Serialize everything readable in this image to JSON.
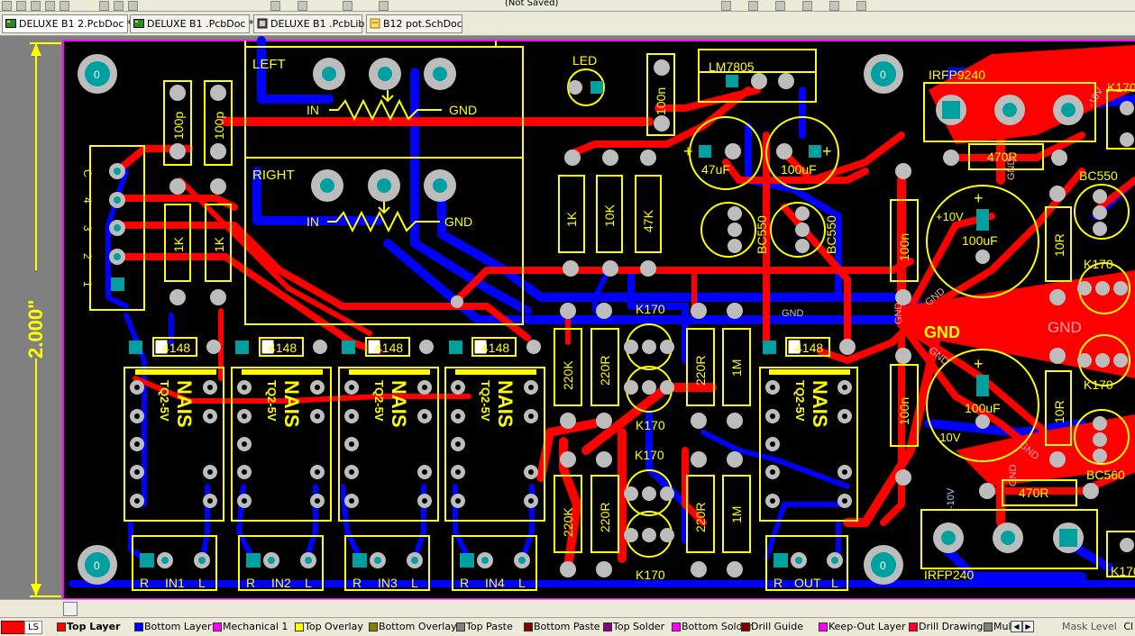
{
  "toolbar": {
    "status_text": "(Not Saved)"
  },
  "tabs": [
    {
      "label": "DELUXE B1 2.PcbDoc *",
      "active": true
    },
    {
      "label": "DELUXE B1 .PcbDoc *",
      "active": false
    },
    {
      "label": "DELUXE B1 .PcbLib",
      "active": false
    },
    {
      "label": "B12 pot.SchDoc",
      "active": false
    }
  ],
  "board": {
    "dimension_label": "2.000\"",
    "pot_labels": {
      "left": "LEFT",
      "right": "RIGHT",
      "in": "IN",
      "gnd": "GND"
    },
    "connector_pins": [
      "C",
      "4",
      "3",
      "2",
      "1"
    ],
    "resistors": {
      "r100p": "100p",
      "r1k": "1K",
      "r47k": "47K",
      "r10k": "10K",
      "r220k": "220K",
      "r220r": "220R",
      "r1m": "1M",
      "r470r": "470R",
      "r10r": "10R"
    },
    "caps": {
      "c100n": "100n",
      "c47uf": "47uF",
      "c100uf": "100uF"
    },
    "transistors": {
      "bc550": "BC550",
      "bc560": "BC560",
      "k170": "K170",
      "irfp9240": "IRFP9240",
      "irfp240": "IRFP240"
    },
    "diode": "4148",
    "relay": {
      "brand": "NAIS",
      "model": "TQ2-5V"
    },
    "reg": "LM7805",
    "led": "LED",
    "input_labels": {
      "r": "R",
      "l": "L",
      "in1": "IN1",
      "in2": "IN2",
      "in3": "IN3",
      "in4": "IN4",
      "out": "OUT"
    },
    "gnd_labels": {
      "gnd": "GND",
      "plus10v": "+10V",
      "minus10v": "-10V",
      "plus": "+"
    },
    "hole": "0"
  },
  "layers": {
    "ls_label": "LS",
    "items": [
      {
        "name": "Top Layer",
        "color": "#ff0000",
        "active": true
      },
      {
        "name": "Bottom Layer",
        "color": "#0000ff",
        "active": false
      },
      {
        "name": "Mechanical 1",
        "color": "#ff00ff",
        "active": false
      },
      {
        "name": "Top Overlay",
        "color": "#ffff00",
        "active": false
      },
      {
        "name": "Bottom Overlay",
        "color": "#808000",
        "active": false
      },
      {
        "name": "Top Paste",
        "color": "#808080",
        "active": false
      },
      {
        "name": "Bottom Paste",
        "color": "#800000",
        "active": false
      },
      {
        "name": "Top Solder",
        "color": "#800080",
        "active": false
      },
      {
        "name": "Bottom Solder",
        "color": "#ff00ff",
        "active": false
      },
      {
        "name": "Drill Guide",
        "color": "#800000",
        "active": false
      },
      {
        "name": "Keep-Out Layer",
        "color": "#ff00ff",
        "active": false
      },
      {
        "name": "Drill Drawing",
        "color": "#ff002a",
        "active": false
      },
      {
        "name": "Mult",
        "color": "#808080",
        "active": false
      }
    ],
    "mask_level": "Mask Level",
    "clear": "Cl"
  }
}
